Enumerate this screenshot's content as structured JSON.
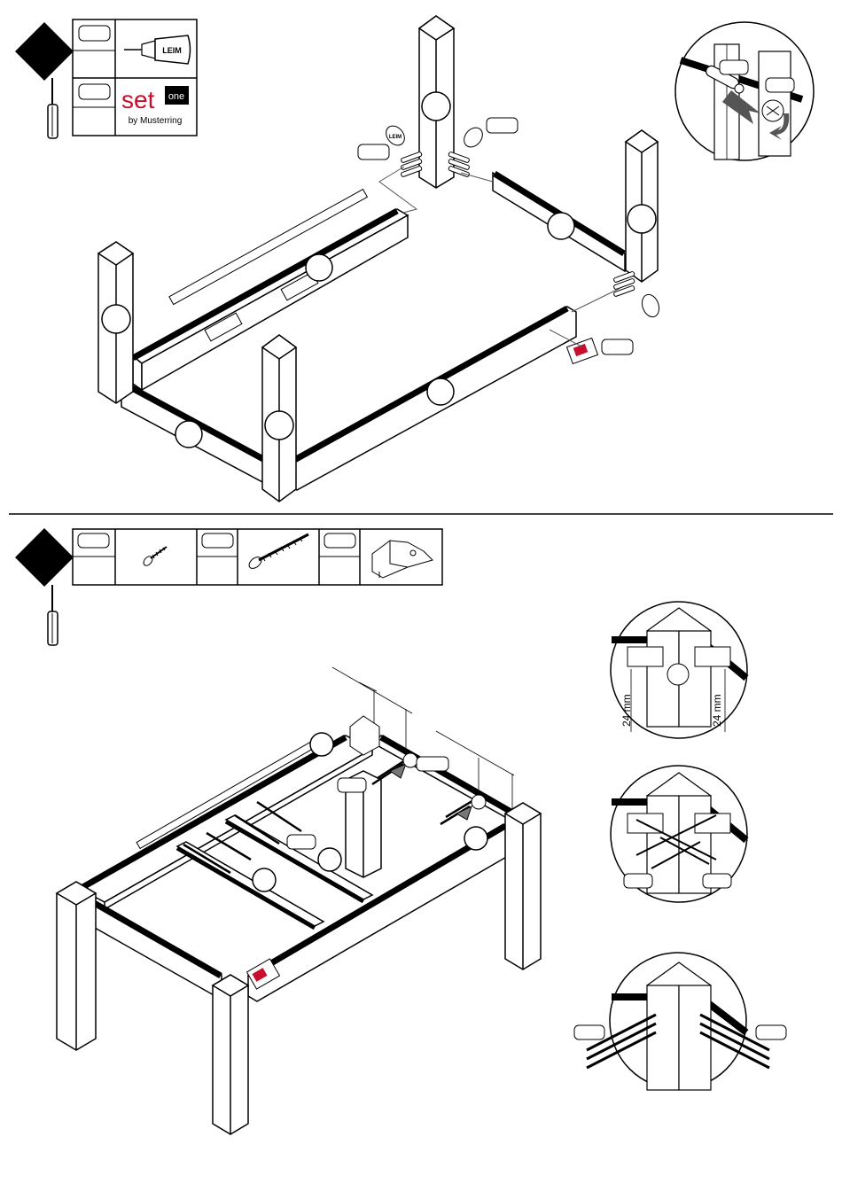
{
  "step1": {
    "parts_table": {
      "glue_tube_text": "LEIM",
      "brand": {
        "word": "set",
        "badge": "one",
        "tagline": "by Musterring"
      }
    },
    "glue_bottle_text": "LEIM"
  },
  "step2": {
    "dimension_labels": [
      "24 mm",
      "24 mm"
    ]
  },
  "icons": [
    "diamond-step-icon",
    "screwdriver-icon",
    "glue-tube-icon",
    "brand-logo-icon",
    "short-screw-icon",
    "long-screw-icon",
    "corner-bracket-icon",
    "rotate-arrow-icon",
    "insert-arrow-icon"
  ]
}
